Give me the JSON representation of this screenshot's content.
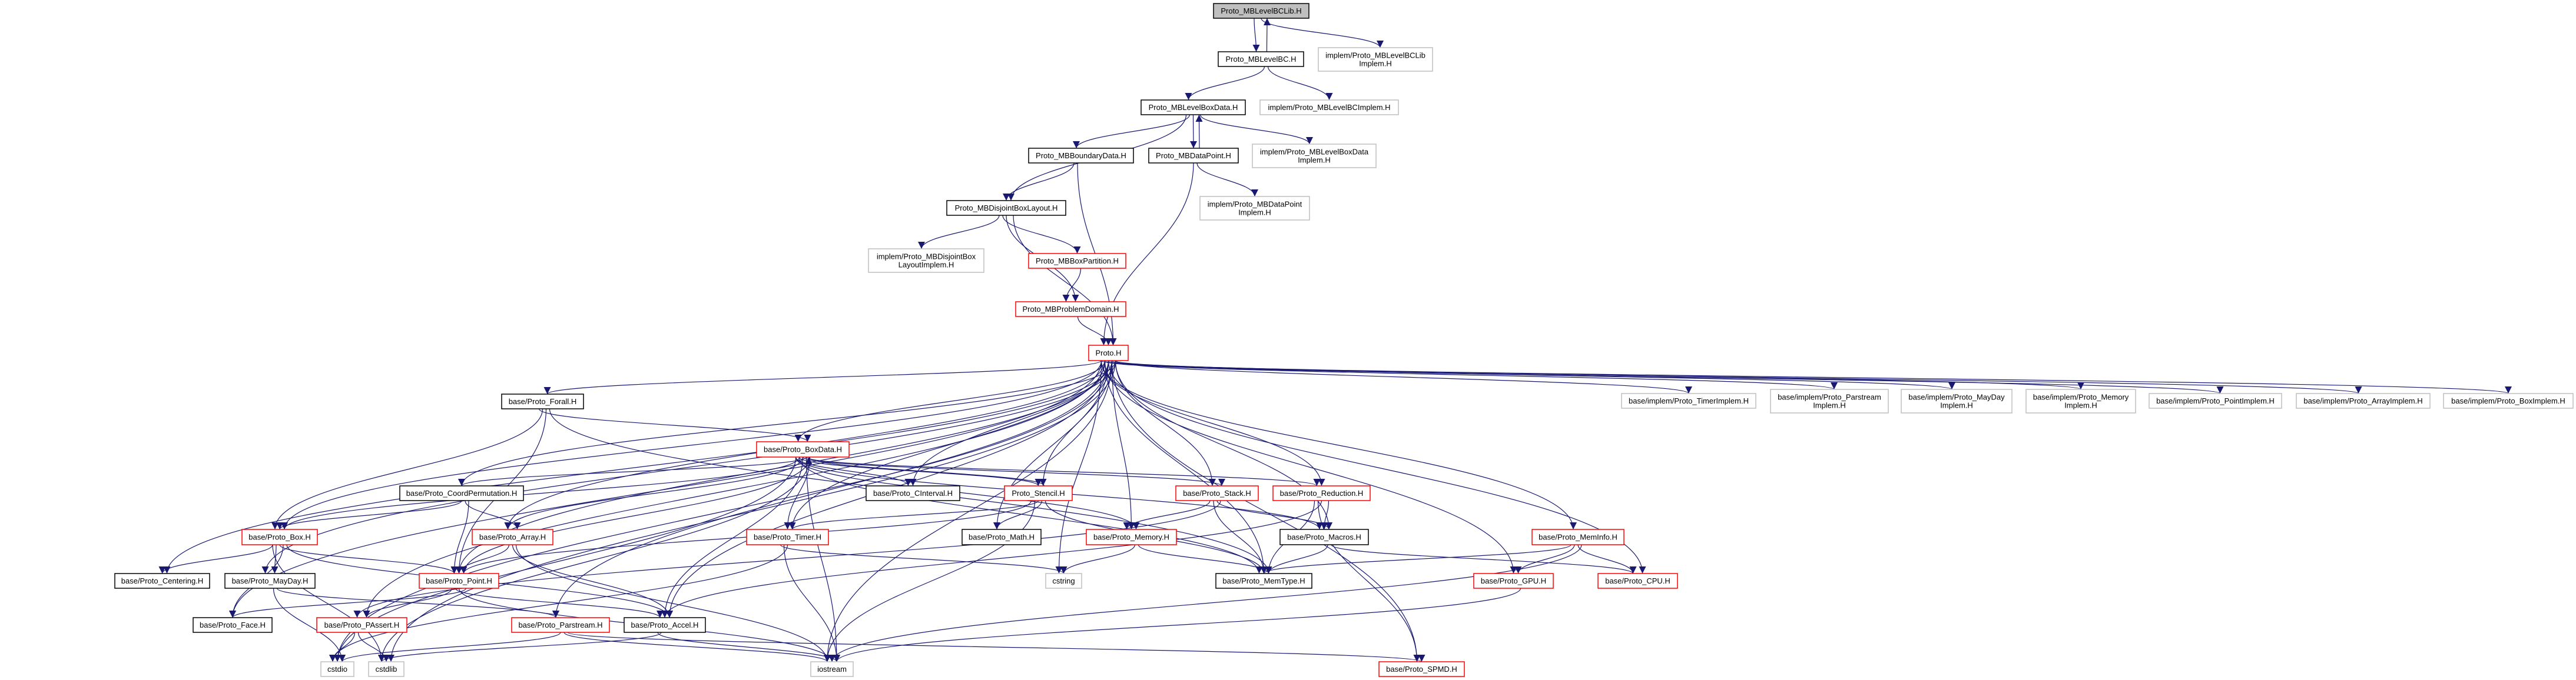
{
  "colors": {
    "edge": "#191970",
    "root_fill": "#bfbfbf",
    "border_normal": "#000000",
    "border_truncated": "#ff0000",
    "border_external": "#bfbfbf"
  },
  "nodes": [
    {
      "id": "root",
      "label": [
        "Proto_MBLevelBCLib.H"
      ],
      "style": "root"
    },
    {
      "id": "mblevelbc",
      "label": [
        "Proto_MBLevelBC.H"
      ],
      "style": "normal"
    },
    {
      "id": "bclibimpl",
      "label": [
        "implem/Proto_MBLevelBCLib",
        "Implem.H"
      ],
      "style": "external"
    },
    {
      "id": "mblevelboxdata",
      "label": [
        "Proto_MBLevelBoxData.H"
      ],
      "style": "normal"
    },
    {
      "id": "bcimpl",
      "label": [
        "implem/Proto_MBLevelBCImplem.H"
      ],
      "style": "external"
    },
    {
      "id": "boundary",
      "label": [
        "Proto_MBBoundaryData.H"
      ],
      "style": "normal"
    },
    {
      "id": "datapoint",
      "label": [
        "Proto_MBDataPoint.H"
      ],
      "style": "normal"
    },
    {
      "id": "lbdimpl",
      "label": [
        "implem/Proto_MBLevelBoxData",
        "Implem.H"
      ],
      "style": "external"
    },
    {
      "id": "disjoint",
      "label": [
        "Proto_MBDisjointBoxLayout.H"
      ],
      "style": "normal"
    },
    {
      "id": "dpimpl",
      "label": [
        "implem/Proto_MBDataPoint",
        "Implem.H"
      ],
      "style": "external"
    },
    {
      "id": "djimpl",
      "label": [
        "implem/Proto_MBDisjointBox",
        "LayoutImplem.H"
      ],
      "style": "external"
    },
    {
      "id": "boxpart",
      "label": [
        "Proto_MBBoxPartition.H"
      ],
      "style": "truncated"
    },
    {
      "id": "probdom",
      "label": [
        "Proto_MBProblemDomain.H"
      ],
      "style": "truncated"
    },
    {
      "id": "proto",
      "label": [
        "Proto.H"
      ],
      "style": "truncated"
    },
    {
      "id": "forall",
      "label": [
        "base/Proto_Forall.H"
      ],
      "style": "normal"
    },
    {
      "id": "timerimpl",
      "label": [
        "base/implem/Proto_TimerImplem.H"
      ],
      "style": "external"
    },
    {
      "id": "parstreamimpl",
      "label": [
        "base/implem/Proto_Parstream",
        "Implem.H"
      ],
      "style": "external"
    },
    {
      "id": "maydayimpl",
      "label": [
        "base/implem/Proto_MayDay",
        "Implem.H"
      ],
      "style": "external"
    },
    {
      "id": "memoryimpl",
      "label": [
        "base/implem/Proto_Memory",
        "Implem.H"
      ],
      "style": "external"
    },
    {
      "id": "pointimpl",
      "label": [
        "base/implem/Proto_PointImplem.H"
      ],
      "style": "external"
    },
    {
      "id": "arrayimpl",
      "label": [
        "base/implem/Proto_ArrayImplem.H"
      ],
      "style": "external"
    },
    {
      "id": "boximpl",
      "label": [
        "base/implem/Proto_BoxImplem.H"
      ],
      "style": "external"
    },
    {
      "id": "boxdata",
      "label": [
        "base/Proto_BoxData.H"
      ],
      "style": "truncated"
    },
    {
      "id": "coordperm",
      "label": [
        "base/Proto_CoordPermutation.H"
      ],
      "style": "normal"
    },
    {
      "id": "cinterval",
      "label": [
        "base/Proto_CInterval.H"
      ],
      "style": "normal"
    },
    {
      "id": "stencil",
      "label": [
        "Proto_Stencil.H"
      ],
      "style": "truncated"
    },
    {
      "id": "stack",
      "label": [
        "base/Proto_Stack.H"
      ],
      "style": "truncated"
    },
    {
      "id": "reduction",
      "label": [
        "base/Proto_Reduction.H"
      ],
      "style": "truncated"
    },
    {
      "id": "box",
      "label": [
        "base/Proto_Box.H"
      ],
      "style": "truncated"
    },
    {
      "id": "array",
      "label": [
        "base/Proto_Array.H"
      ],
      "style": "truncated"
    },
    {
      "id": "timer",
      "label": [
        "base/Proto_Timer.H"
      ],
      "style": "truncated"
    },
    {
      "id": "math",
      "label": [
        "base/Proto_Math.H"
      ],
      "style": "normal"
    },
    {
      "id": "memory",
      "label": [
        "base/Proto_Memory.H"
      ],
      "style": "truncated"
    },
    {
      "id": "macros",
      "label": [
        "base/Proto_Macros.H"
      ],
      "style": "normal"
    },
    {
      "id": "meminfo",
      "label": [
        "base/Proto_MemInfo.H"
      ],
      "style": "truncated"
    },
    {
      "id": "centering",
      "label": [
        "base/Proto_Centering.H"
      ],
      "style": "normal"
    },
    {
      "id": "mayday",
      "label": [
        "base/Proto_MayDay.H"
      ],
      "style": "normal"
    },
    {
      "id": "point",
      "label": [
        "base/Proto_Point.H"
      ],
      "style": "truncated"
    },
    {
      "id": "cstring",
      "label": [
        "cstring"
      ],
      "style": "external"
    },
    {
      "id": "memtype",
      "label": [
        "base/Proto_MemType.H"
      ],
      "style": "normal"
    },
    {
      "id": "gpu",
      "label": [
        "base/Proto_GPU.H"
      ],
      "style": "truncated"
    },
    {
      "id": "cpu",
      "label": [
        "base/Proto_CPU.H"
      ],
      "style": "truncated"
    },
    {
      "id": "face",
      "label": [
        "base/Proto_Face.H"
      ],
      "style": "normal"
    },
    {
      "id": "passert",
      "label": [
        "base/Proto_PAssert.H"
      ],
      "style": "truncated"
    },
    {
      "id": "parstream",
      "label": [
        "base/Proto_Parstream.H"
      ],
      "style": "truncated"
    },
    {
      "id": "accel",
      "label": [
        "base/Proto_Accel.H"
      ],
      "style": "normal"
    },
    {
      "id": "cstdio",
      "label": [
        "cstdio"
      ],
      "style": "external"
    },
    {
      "id": "cstdlib",
      "label": [
        "cstdlib"
      ],
      "style": "external"
    },
    {
      "id": "iostream",
      "label": [
        "iostream"
      ],
      "style": "external"
    },
    {
      "id": "spmd",
      "label": [
        "base/Proto_SPMD.H"
      ],
      "style": "truncated"
    }
  ],
  "edges": [
    [
      "root",
      "mblevelbc"
    ],
    [
      "mblevelbc",
      "root"
    ],
    [
      "root",
      "bclibimpl"
    ],
    [
      "mblevelbc",
      "mblevelboxdata"
    ],
    [
      "mblevelbc",
      "bcimpl"
    ],
    [
      "mblevelboxdata",
      "disjoint"
    ],
    [
      "mblevelboxdata",
      "boundary"
    ],
    [
      "mblevelboxdata",
      "datapoint"
    ],
    [
      "datapoint",
      "mblevelboxdata"
    ],
    [
      "mblevelboxdata",
      "lbdimpl"
    ],
    [
      "boundary",
      "disjoint"
    ],
    [
      "boundary",
      "proto"
    ],
    [
      "datapoint",
      "proto"
    ],
    [
      "datapoint",
      "dpimpl"
    ],
    [
      "disjoint",
      "proto"
    ],
    [
      "disjoint",
      "djimpl"
    ],
    [
      "disjoint",
      "boxpart"
    ],
    [
      "disjoint",
      "probdom"
    ],
    [
      "boxpart",
      "probdom"
    ],
    [
      "probdom",
      "proto"
    ],
    [
      "proto",
      "forall"
    ],
    [
      "proto",
      "boxdata"
    ],
    [
      "proto",
      "cinterval"
    ],
    [
      "proto",
      "stencil"
    ],
    [
      "proto",
      "stack"
    ],
    [
      "proto",
      "reduction"
    ],
    [
      "proto",
      "timer"
    ],
    [
      "proto",
      "math"
    ],
    [
      "proto",
      "memory"
    ],
    [
      "proto",
      "macros"
    ],
    [
      "proto",
      "cstring"
    ],
    [
      "proto",
      "memtype"
    ],
    [
      "proto",
      "accel"
    ],
    [
      "proto",
      "iostream"
    ],
    [
      "proto",
      "coordperm"
    ],
    [
      "proto",
      "box"
    ],
    [
      "proto",
      "array"
    ],
    [
      "proto",
      "point"
    ],
    [
      "proto",
      "centering"
    ],
    [
      "proto",
      "mayday"
    ],
    [
      "proto",
      "face"
    ],
    [
      "proto",
      "passert"
    ],
    [
      "proto",
      "parstream"
    ],
    [
      "proto",
      "cstdio"
    ],
    [
      "proto",
      "cstdlib"
    ],
    [
      "proto",
      "meminfo"
    ],
    [
      "proto",
      "gpu"
    ],
    [
      "proto",
      "cpu"
    ],
    [
      "proto",
      "spmd"
    ],
    [
      "proto",
      "timerimpl"
    ],
    [
      "proto",
      "parstreamimpl"
    ],
    [
      "proto",
      "maydayimpl"
    ],
    [
      "proto",
      "memoryimpl"
    ],
    [
      "proto",
      "pointimpl"
    ],
    [
      "proto",
      "arrayimpl"
    ],
    [
      "proto",
      "boximpl"
    ],
    [
      "forall",
      "boxdata"
    ],
    [
      "forall",
      "box"
    ],
    [
      "forall",
      "point"
    ],
    [
      "forall",
      "memtype"
    ],
    [
      "boxdata",
      "cinterval"
    ],
    [
      "boxdata",
      "stencil"
    ],
    [
      "boxdata",
      "stack"
    ],
    [
      "boxdata",
      "reduction"
    ],
    [
      "boxdata",
      "timer"
    ],
    [
      "boxdata",
      "memory"
    ],
    [
      "boxdata",
      "memtype"
    ],
    [
      "boxdata",
      "accel"
    ],
    [
      "boxdata",
      "iostream"
    ],
    [
      "boxdata",
      "cstdlib"
    ],
    [
      "boxdata",
      "cstdio"
    ],
    [
      "boxdata",
      "box"
    ],
    [
      "boxdata",
      "array"
    ],
    [
      "boxdata",
      "coordperm"
    ],
    [
      "boxdata",
      "point"
    ],
    [
      "boxdata",
      "macros"
    ],
    [
      "stencil",
      "boxdata"
    ],
    [
      "stencil",
      "timer"
    ],
    [
      "stencil",
      "math"
    ],
    [
      "stencil",
      "memtype"
    ],
    [
      "stencil",
      "point"
    ],
    [
      "stencil",
      "iostream"
    ],
    [
      "coordperm",
      "box"
    ],
    [
      "coordperm",
      "array"
    ],
    [
      "coordperm",
      "point"
    ],
    [
      "box",
      "centering"
    ],
    [
      "box",
      "mayday"
    ],
    [
      "box",
      "point"
    ],
    [
      "box",
      "face"
    ],
    [
      "box",
      "accel"
    ],
    [
      "box",
      "cstdlib"
    ],
    [
      "array",
      "point"
    ],
    [
      "array",
      "accel"
    ],
    [
      "array",
      "iostream"
    ],
    [
      "point",
      "face"
    ],
    [
      "point",
      "passert"
    ],
    [
      "point",
      "accel"
    ],
    [
      "point",
      "iostream"
    ],
    [
      "mayday",
      "cstdio"
    ],
    [
      "mayday",
      "parstream"
    ],
    [
      "timer",
      "cstring"
    ],
    [
      "timer",
      "iostream"
    ],
    [
      "timer",
      "cstdio"
    ],
    [
      "memory",
      "cstring"
    ],
    [
      "memory",
      "memtype"
    ],
    [
      "stack",
      "memory"
    ],
    [
      "stack",
      "memtype"
    ],
    [
      "stack",
      "macros"
    ],
    [
      "stack",
      "passert"
    ],
    [
      "reduction",
      "macros"
    ],
    [
      "reduction",
      "memtype"
    ],
    [
      "reduction",
      "spmd"
    ],
    [
      "reduction",
      "accel"
    ],
    [
      "macros",
      "memtype"
    ],
    [
      "macros",
      "cpu"
    ],
    [
      "meminfo",
      "memtype"
    ],
    [
      "meminfo",
      "gpu"
    ],
    [
      "meminfo",
      "cpu"
    ],
    [
      "meminfo",
      "iostream"
    ],
    [
      "gpu",
      "iostream"
    ],
    [
      "passert",
      "cstdio"
    ],
    [
      "passert",
      "cstdlib"
    ],
    [
      "parstream",
      "cstdio"
    ],
    [
      "parstream",
      "iostream"
    ],
    [
      "parstream",
      "spmd"
    ],
    [
      "accel",
      "iostream"
    ],
    [
      "accel",
      "cstdlib"
    ]
  ]
}
